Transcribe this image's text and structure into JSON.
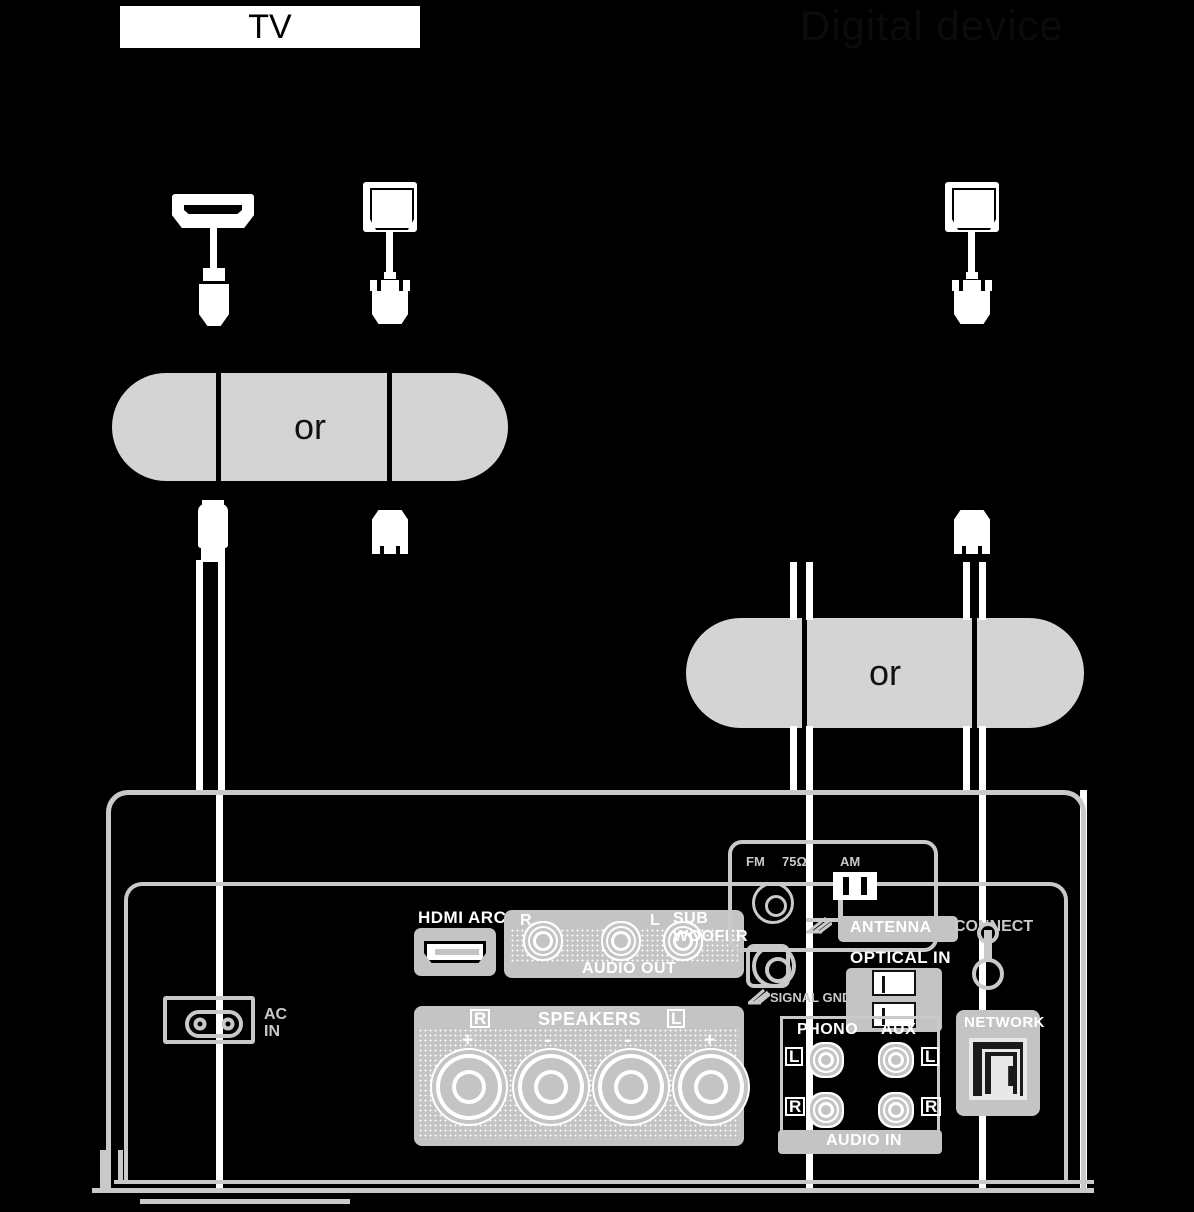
{
  "diagram": {
    "type": "av-receiver-rear-panel-connection-diagram",
    "devices": {
      "tv": {
        "label": "TV",
        "style": "white-highlight-band"
      },
      "digital": {
        "label": "Digital device",
        "style": "dark-text"
      }
    },
    "tv_ports": [
      {
        "name": "hdmi-port",
        "icon": "hdmi-port-icon"
      },
      {
        "name": "optical-port",
        "icon": "optical-port-icon"
      }
    ],
    "digital_ports": [
      {
        "name": "optical-port",
        "icon": "optical-port-icon"
      }
    ],
    "or_labels": {
      "tv_branch": "or",
      "digital_branch": "or"
    },
    "cables": [
      {
        "id": "hdmi-cable",
        "from": "tv-hdmi",
        "to": "receiver-hdmi-arc",
        "plug": "hdmi-plug-icon"
      },
      {
        "id": "optical-cable-tv",
        "from": "tv-optical",
        "to": "receiver-optical-in",
        "plug": "optical-plug-icon"
      },
      {
        "id": "optical-cable-digital",
        "from": "digital-optical",
        "to": "receiver-optical-in",
        "plug": "optical-plug-icon"
      }
    ]
  },
  "receiver": {
    "ac": {
      "line1": "AC",
      "line2": "IN",
      "icon": "ac-inlet-figure8-icon"
    },
    "hdmi": {
      "label": "HDMI ARC",
      "icon": "hdmi-port-icon"
    },
    "audio_out": {
      "label": "AUDIO OUT",
      "jacks": [
        {
          "label": "R",
          "icon": "rca-jack-icon"
        },
        {
          "label": "L",
          "icon": "rca-jack-icon"
        },
        {
          "label_line1": "SUB",
          "label_line2": "WOOFER",
          "icon": "rca-jack-icon"
        }
      ]
    },
    "speakers": {
      "label": "SPEAKERS",
      "channels": [
        {
          "side": "R",
          "terminals": [
            "+",
            "-"
          ]
        },
        {
          "side": "L",
          "terminals": [
            "-",
            "+"
          ]
        }
      ]
    },
    "antenna": {
      "label": "ANTENNA",
      "fm": "FM",
      "impedance": "75Ω",
      "am": "AM",
      "fm_icon": "coaxial-jack-icon",
      "am_icon": "am-loop-terminal-icon"
    },
    "signal_gnd": {
      "label": "SIGNAL GND",
      "icon": "ground-screw-icon"
    },
    "optical_in": {
      "label": "OPTICAL IN",
      "ports": [
        {
          "icon": "optical-jack-icon"
        },
        {
          "icon": "optical-jack-icon"
        }
      ]
    },
    "connect": {
      "label": "CONNECT",
      "icon": "connect-button-icon"
    },
    "audio_in": {
      "label": "AUDIO IN",
      "groups": [
        {
          "name": "PHONO",
          "jacks": [
            {
              "side": "L"
            },
            {
              "side": "R"
            }
          ]
        },
        {
          "name": "AUX",
          "jacks": [
            {
              "side": "L"
            },
            {
              "side": "R"
            }
          ]
        }
      ]
    },
    "network": {
      "label": "NETWORK",
      "icon": "ethernet-rj45-icon"
    }
  },
  "colors": {
    "background": "#000000",
    "panel": "#c4c4c4",
    "chassis_outline": "#c9c9c9",
    "cable": "#ffffff",
    "pill": "#d4d4d4",
    "label_white": "#ffffff",
    "title_dark": "#0b0b0b"
  }
}
